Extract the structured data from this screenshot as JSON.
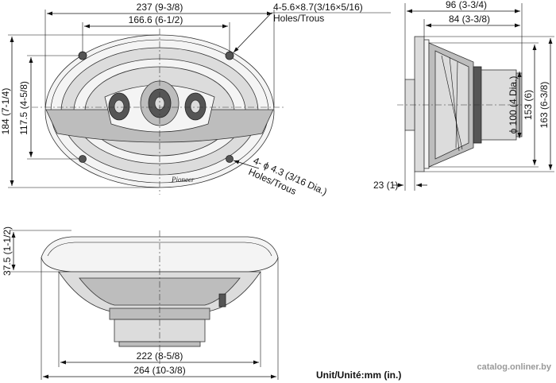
{
  "front_view": {
    "width_label": "237 (9-3/8)",
    "hole_spacing_label": "166.6 (6-1/2)",
    "height_label": "184 (7-1/4)",
    "inner_height_label": "117.5 (4-5/8)",
    "slot_holes_label": "4-5.6×8.7(3/16×5/16)",
    "slot_holes_sub": "Holes/Trous",
    "round_holes_label": "4- ϕ 4.3 (3/16 Dia.)",
    "round_holes_sub": "Holes/Trous",
    "brand": "Pioneer"
  },
  "side_view": {
    "depth_label": "96 (3-3/4)",
    "mount_depth_label": "84 (3-3/8)",
    "height_label": "163 (6-3/8)",
    "inner_height_label": "153 (6)",
    "magnet_label": "ϕ 100 (4 Dia.)",
    "flange_label": "23 (1)"
  },
  "bottom_view": {
    "height_label": "37.5 (1-1/2)",
    "inner_width_label": "222 (8-5/8)",
    "width_label": "264 (10-3/8)"
  },
  "units_label": "Unit/Unité:mm (in.)",
  "watermark": "catalog.onliner.by"
}
